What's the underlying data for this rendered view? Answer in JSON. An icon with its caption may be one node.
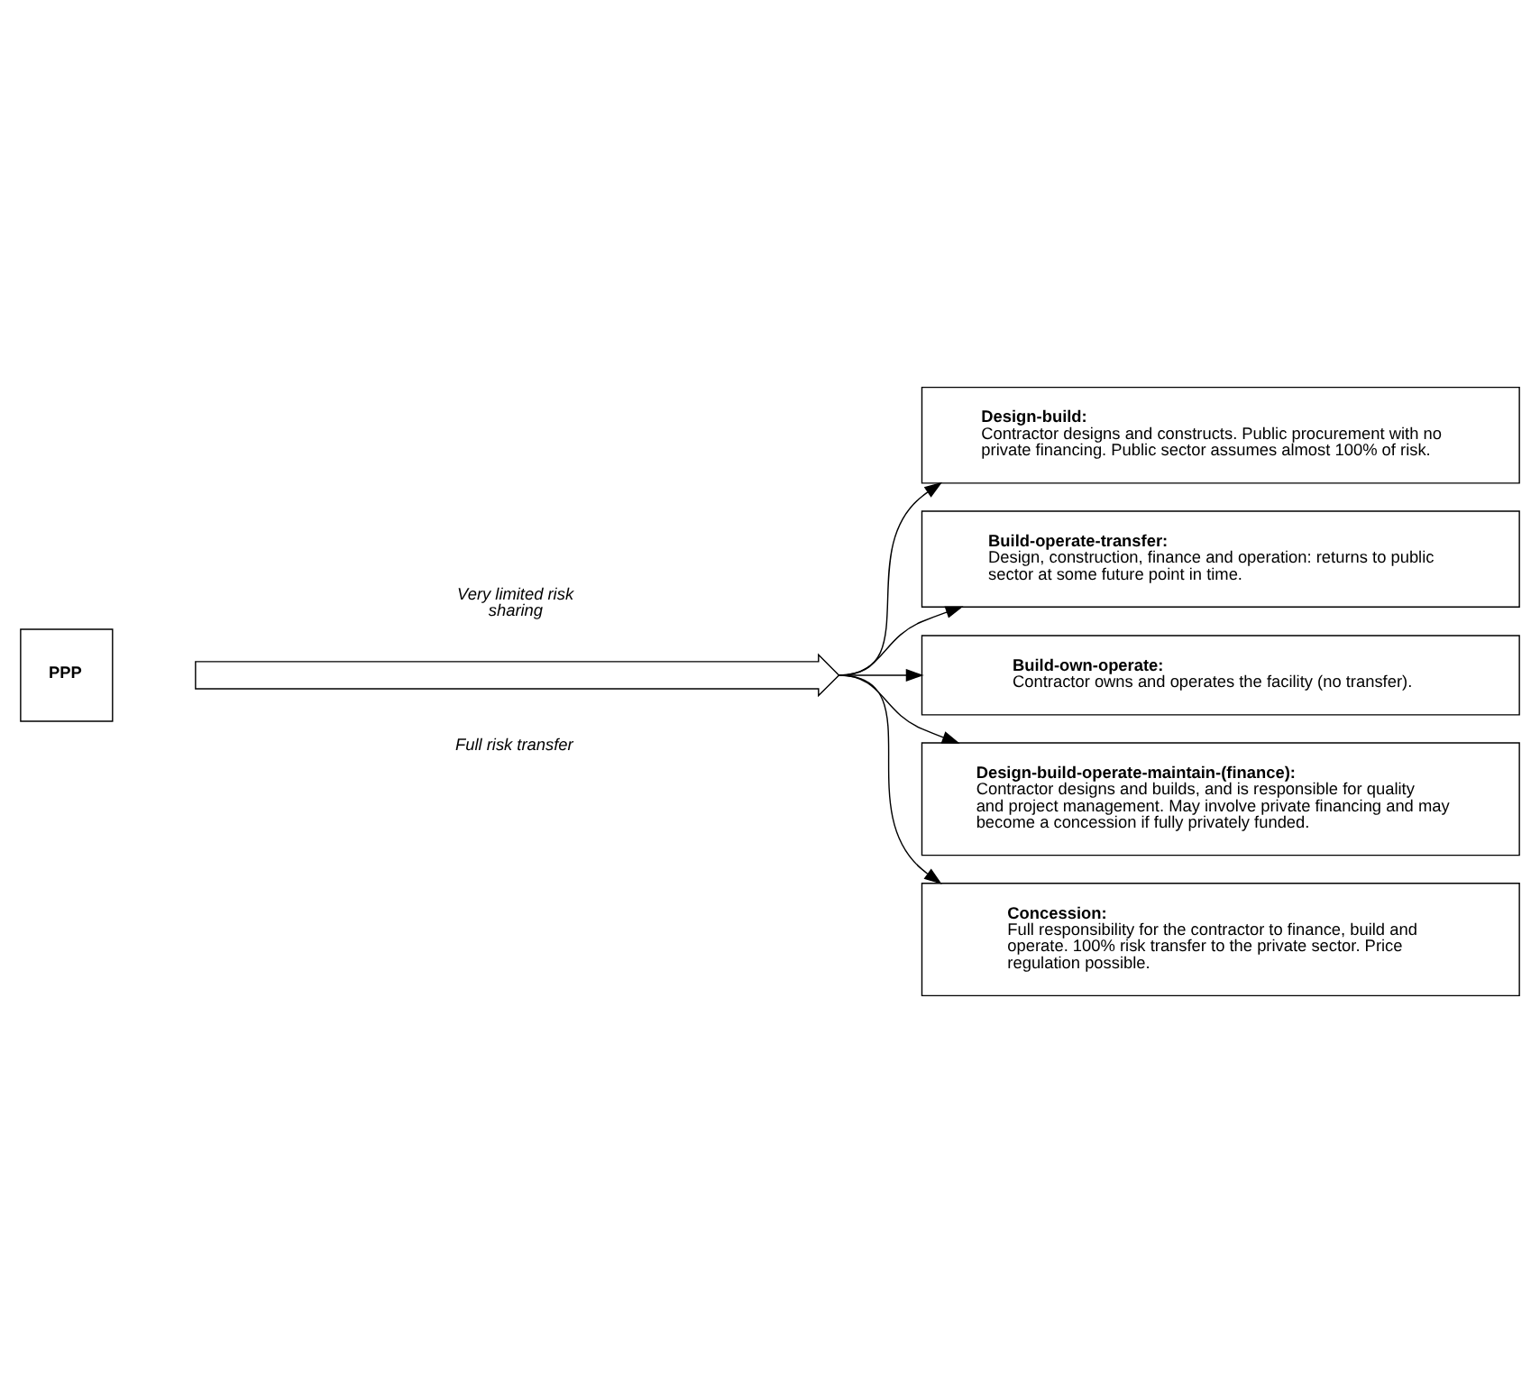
{
  "diagram": {
    "nodes": [
      {
        "text": [
          "PPP"
        ]
      },
      {
        "text": [],
        "shape": "arrow",
        "beside": [
          "Very limited risk sharing",
          "Full risk transfer"
        ]
      },
      {
        "text": [
          "Design-build:",
          "Contractor designs and constructs. Public procurement with no private financing. Public sector assumes almost 100% of risk."
        ]
      },
      {
        "text": [
          "Build-operate-transfer:",
          "Design, construction, finance and operation: returns to public sector at some future point in time."
        ]
      },
      {
        "text": [
          "Build-own-operate:",
          "Contractor owns and operates the facility (no transfer)."
        ]
      },
      {
        "text": [
          "Design-build-operate-maintain-(finance):",
          "Contractor designs and builds, and is responsible for quality and project management. May involve private financing and may become a concession if fully privately funded."
        ]
      },
      {
        "text": [
          "Concession:",
          "Full responsibility for the contractor to finance, build and operate. 100% risk transfer to the private sector. Price regulation possible."
        ]
      }
    ],
    "edges": [
      {
        "from": 1,
        "to": 2,
        "arrow": "to"
      },
      {
        "from": 1,
        "to": 3,
        "arrow": "to"
      },
      {
        "from": 1,
        "to": 4,
        "arrow": "to"
      },
      {
        "from": 1,
        "to": 5,
        "arrow": "to"
      },
      {
        "from": 1,
        "to": 6,
        "arrow": "to"
      }
    ]
  }
}
